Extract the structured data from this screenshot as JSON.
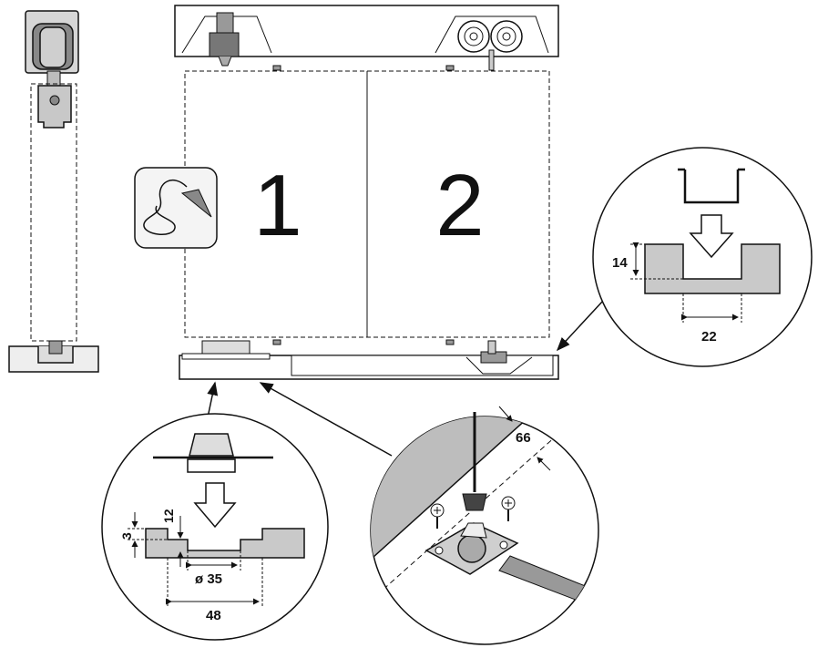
{
  "panels": {
    "left_number": "1",
    "right_number": "2"
  },
  "track_profile": {
    "depth": "14",
    "width": "22"
  },
  "floor_guide": {
    "recess_depth": "3",
    "guide_height": "12",
    "diameter": "ø 35",
    "width": "48"
  },
  "installation": {
    "offset": "66"
  },
  "icons": [
    "plumb-bob-icon",
    "screwdriver-icon",
    "screw-icon",
    "arrow-down-icon"
  ],
  "colors": {
    "line": "#111111",
    "grey_fill": "#c9c9c9",
    "zoom_bg": "#ffffff"
  }
}
